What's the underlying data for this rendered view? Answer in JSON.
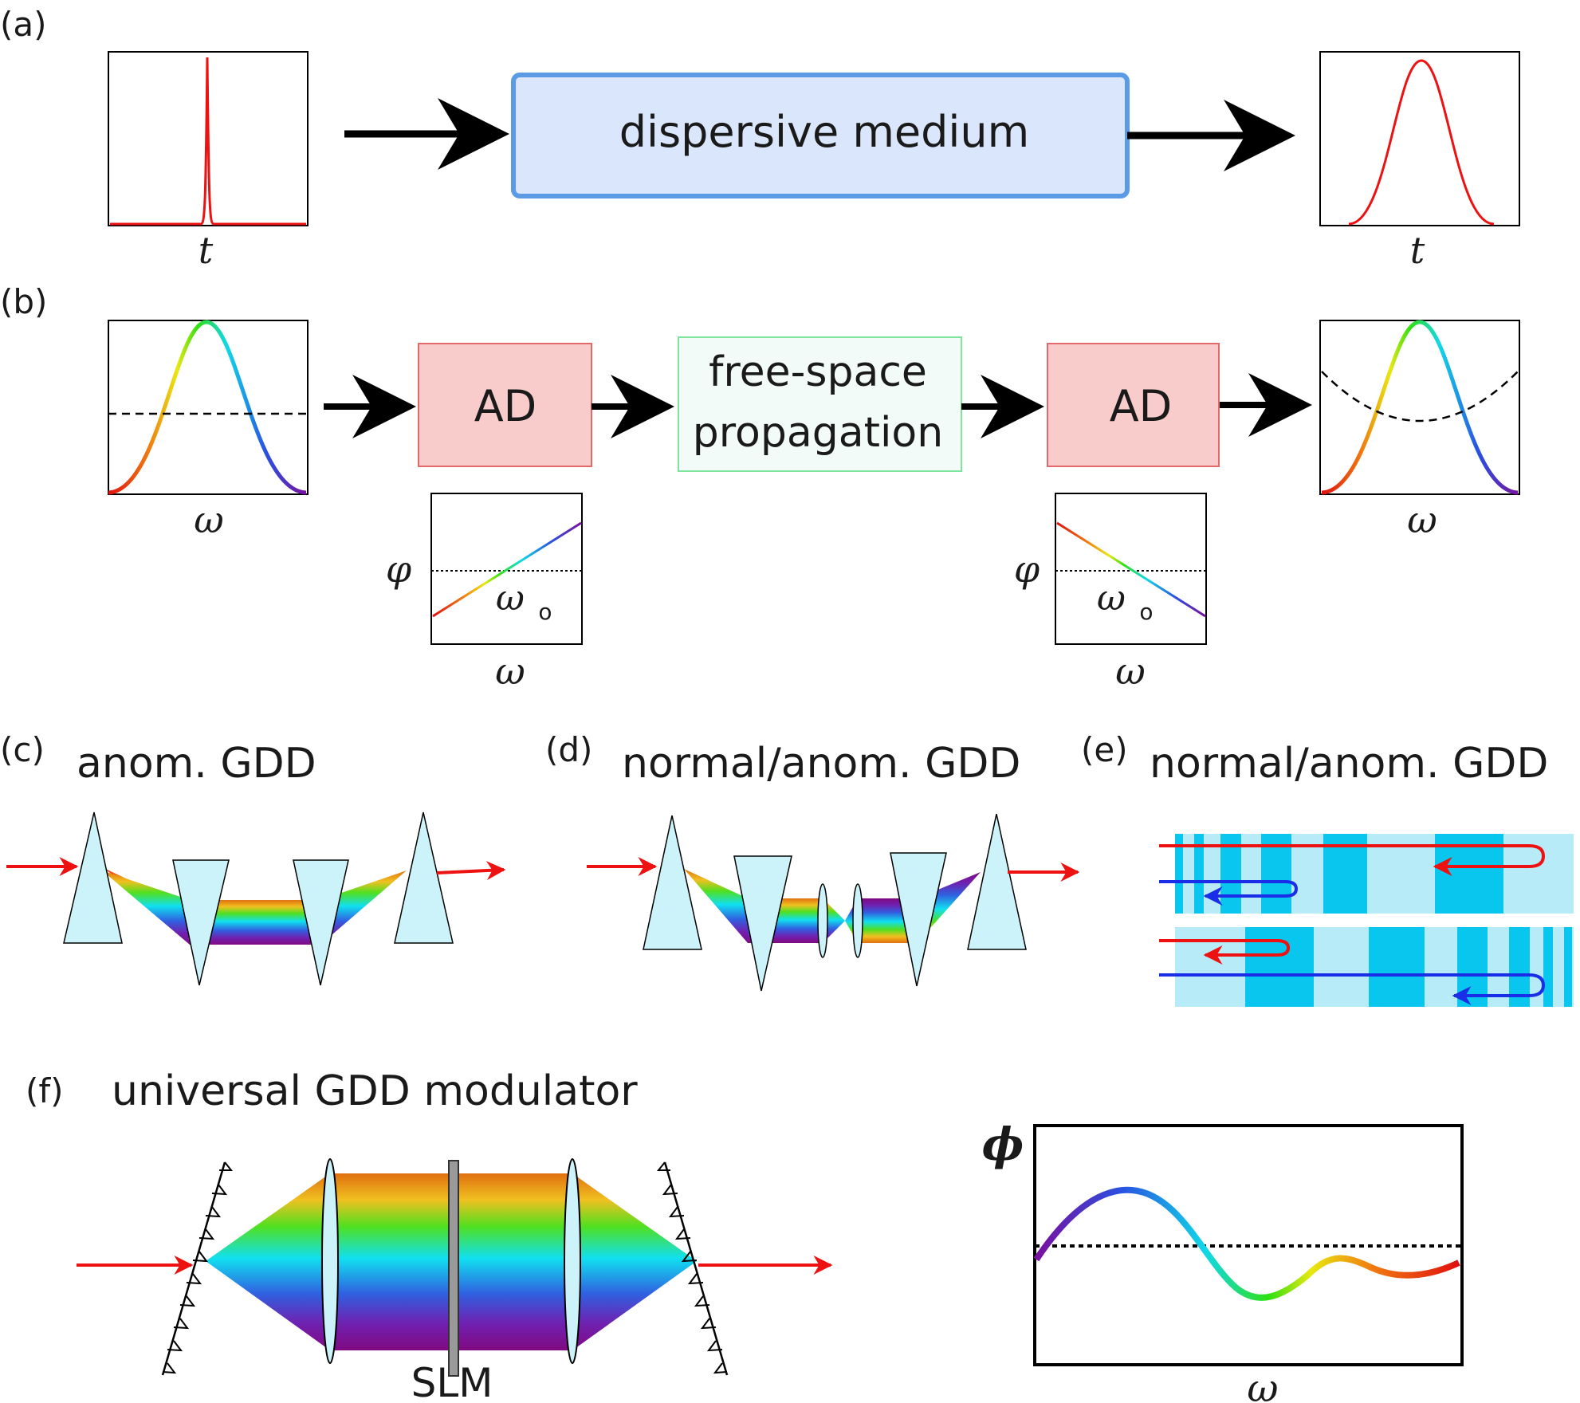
{
  "panel_a": {
    "label": "(a)",
    "medium_label": "dispersive medium",
    "input_axis": "t",
    "output_axis": "t"
  },
  "panel_b": {
    "label": "(b)",
    "ad1_label": "AD",
    "prop_label_line1": "free-space",
    "prop_label_line2": "propagation",
    "ad2_label": "AD",
    "spec_in_axis": "ω",
    "spec_out_axis": "ω",
    "phase1": {
      "y_label": "φ",
      "x_label": "ω",
      "center_label": "ω",
      "center_sub": "o"
    },
    "phase2": {
      "y_label": "φ",
      "x_label": "ω",
      "center_label": "ω",
      "center_sub": "o"
    }
  },
  "panel_c": {
    "label": "(c)",
    "title": "anom. GDD"
  },
  "panel_d": {
    "label": "(d)",
    "title": "normal/anom. GDD"
  },
  "panel_e": {
    "label": "(e)",
    "title": "normal/anom. GDD"
  },
  "panel_f": {
    "label": "(f)",
    "title": "universal GDD modulator",
    "slm_label": "SLM",
    "plot_y_label": "ϕ",
    "plot_x_label": "ω"
  },
  "colors": {
    "pulse": "#ee1111",
    "medium_fill": "#dae6fb",
    "medium_stroke": "#5b9be6",
    "ad_fill": "#f8cccb",
    "ad_stroke": "#e36a6a",
    "prop_fill": "#f2fbf7",
    "prop_stroke": "#7fe49d",
    "prism_fill": "#cdf3fa",
    "mirror_dark": "#08c6ee",
    "mirror_light": "#b7ebf7",
    "red_arrow": "#ee1111",
    "blue_arrow": "#1a2ee8"
  }
}
